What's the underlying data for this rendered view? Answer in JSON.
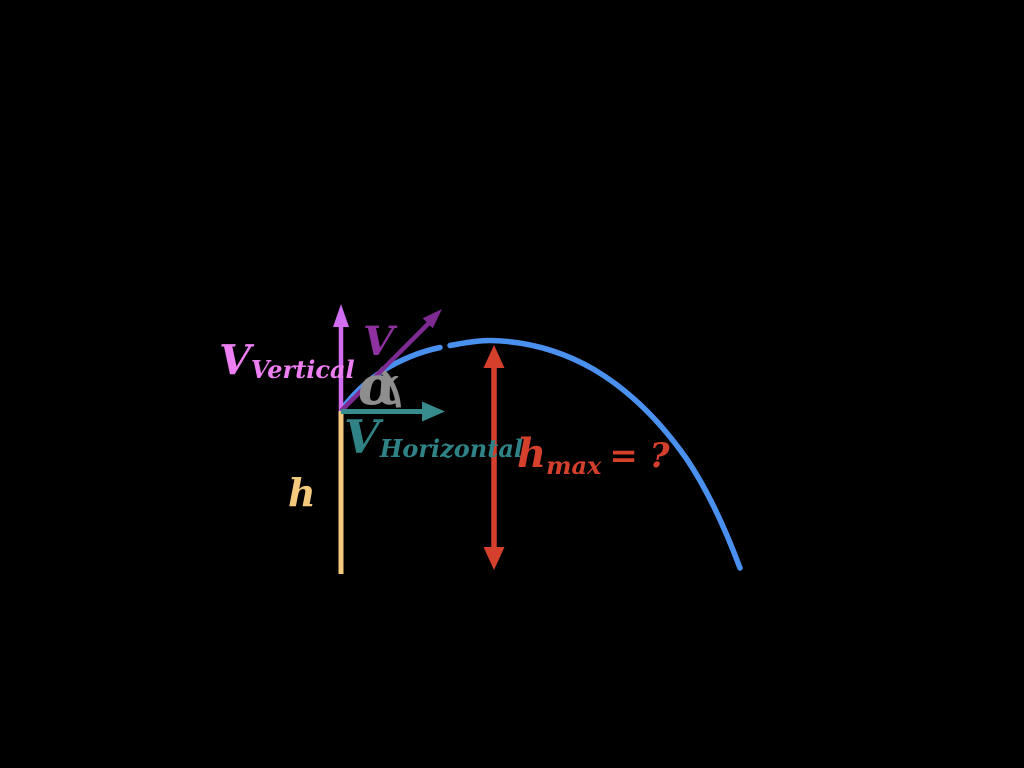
{
  "colors": {
    "background": "#000000",
    "v_vertical_label": "#ee7ff2",
    "v_vertical_arrow": "#d16df0",
    "v_label": "#8e309f",
    "v_arrow": "#7d2b93",
    "v_horizontal_label": "#2f8285",
    "v_horizontal_arrow": "#388b8d",
    "trajectory": "#4a90ee",
    "height_line": "#f5c97d",
    "h_label": "#f5c97d",
    "h_max_label": "#d5402c",
    "h_max_arrow": "#d5402c",
    "angle": "#8e8e8e"
  },
  "labels": {
    "v_vertical": {
      "main": "V",
      "sub": "Vertical"
    },
    "v": "V",
    "alpha": "α",
    "v_horizontal": {
      "main": "V",
      "sub": "Horizontal"
    },
    "h": "h",
    "h_max": {
      "main": "h",
      "sub": "max",
      "equals": "= ?"
    }
  }
}
